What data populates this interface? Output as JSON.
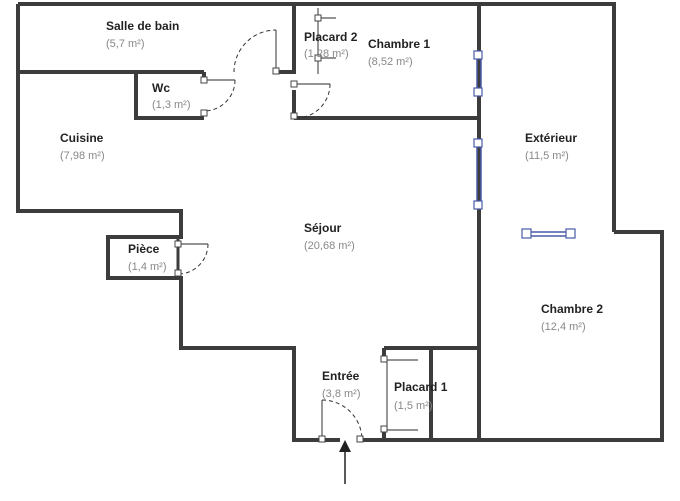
{
  "rooms": [
    {
      "id": "salle-de-bain",
      "name": "Salle de bain",
      "area": "(5,7 m²)"
    },
    {
      "id": "placard-2",
      "name": "Placard 2",
      "area": "(1,28 m²)"
    },
    {
      "id": "chambre-1",
      "name": "Chambre 1",
      "area": "(8,52 m²)"
    },
    {
      "id": "wc",
      "name": "Wc",
      "area": "(1,3 m²)"
    },
    {
      "id": "cuisine",
      "name": "Cuisine",
      "area": "(7,98 m²)"
    },
    {
      "id": "exterieur",
      "name": "Extérieur",
      "area": "(11,5 m²)"
    },
    {
      "id": "sejour",
      "name": "Séjour",
      "area": "(20,68 m²)"
    },
    {
      "id": "piece",
      "name": "Pièce",
      "area": "(1,4 m²)"
    },
    {
      "id": "chambre-2",
      "name": "Chambre 2",
      "area": "(12,4 m²)"
    },
    {
      "id": "entree",
      "name": "Entrée",
      "area": "(3,8 m²)"
    },
    {
      "id": "placard-1",
      "name": "Placard 1",
      "area": "(1,5 m²)"
    }
  ],
  "colors": {
    "wall": "#3c3c3c",
    "window": "#4a5aa8",
    "area_text": "#888888",
    "name_text": "#222222"
  },
  "entry_arrow": "entry-arrow-icon"
}
